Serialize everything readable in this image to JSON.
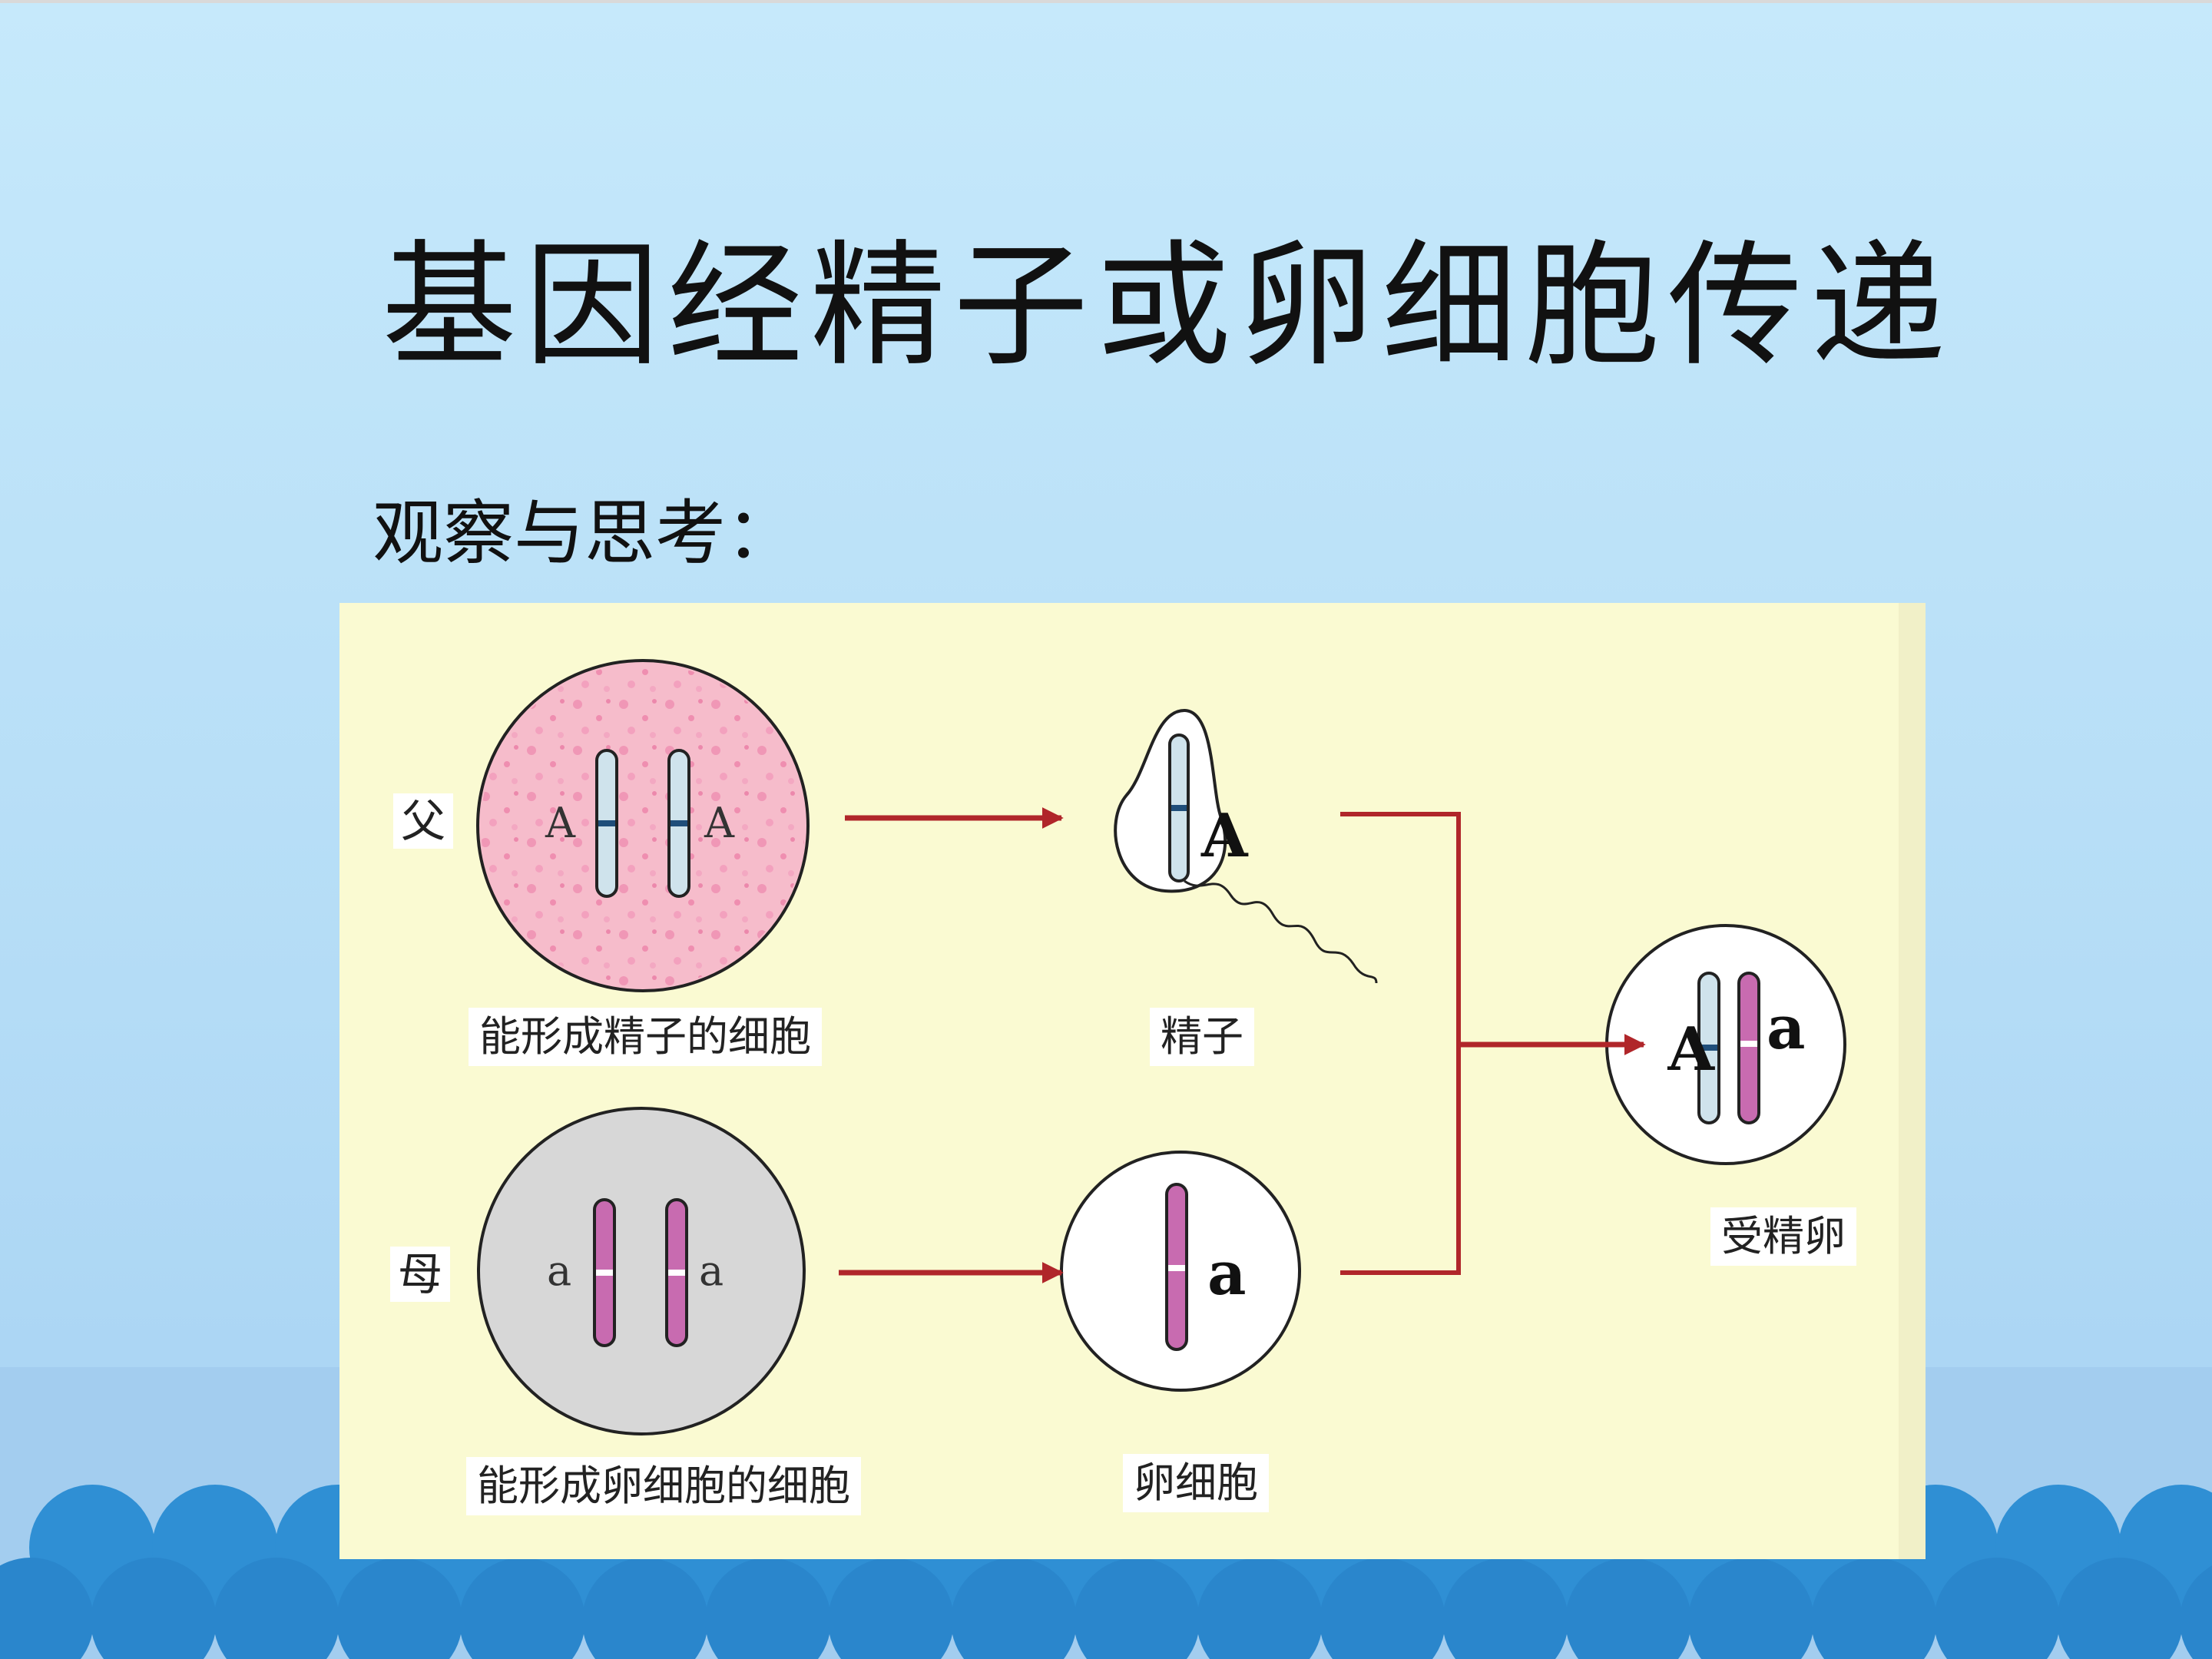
{
  "title": "基因经精子或卵细胞传递",
  "subtitle": "观察与思考：",
  "diagram": {
    "labels": {
      "father": "父",
      "mother": "母",
      "sperm_producing_cell": "能形成精子的细胞",
      "egg_producing_cell": "能形成卵细胞的细胞",
      "sperm": "精子",
      "egg": "卵细胞",
      "zygote": "受精卵"
    },
    "genes": {
      "father_left": "A",
      "father_right": "A",
      "mother_left": "a",
      "mother_right": "a",
      "sperm": "A",
      "egg": "a",
      "zygote_left": "A",
      "zygote_right": "a"
    },
    "colors": {
      "father_cell": "#f6bccb",
      "mother_cell": "#d7d7d7",
      "arrow": "#b0262a",
      "paternal_chromosome": "#cfe3ec",
      "maternal_chromosome": "#c86bb0",
      "panel": "#fafad2",
      "background": "#c6e9fb",
      "scallop": "#2f8fd4"
    }
  }
}
